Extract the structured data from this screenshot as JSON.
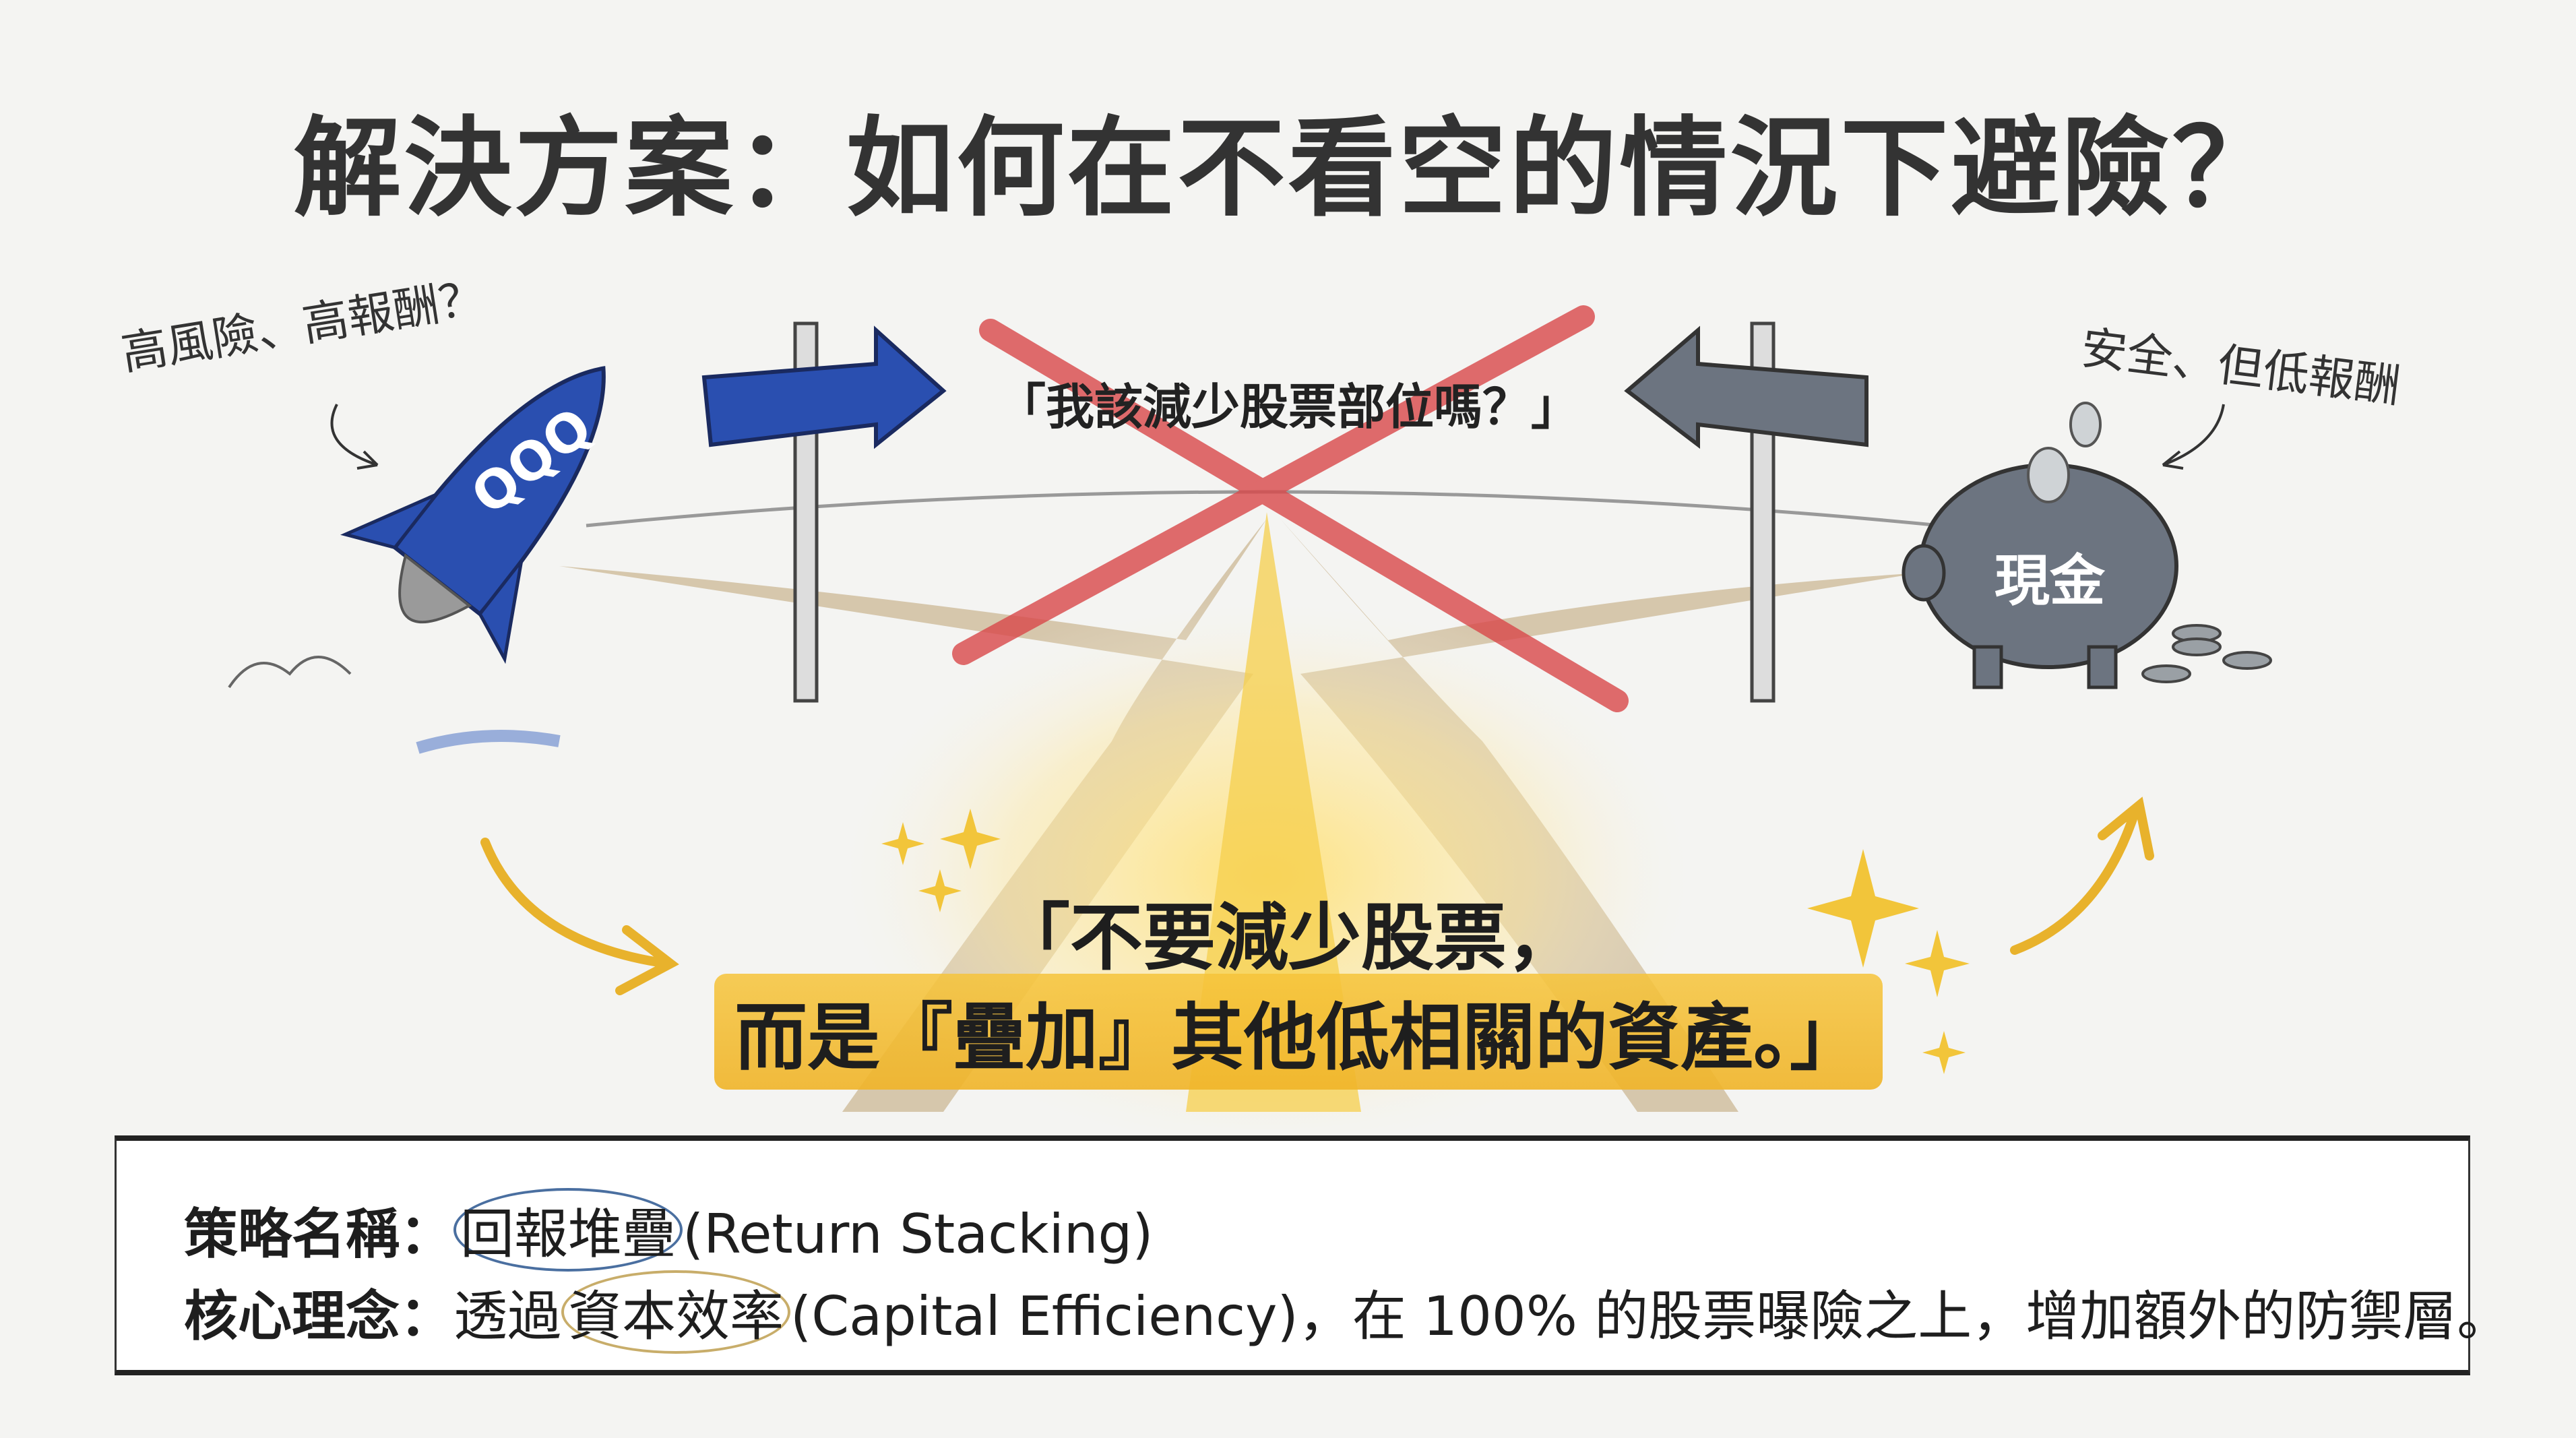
{
  "title": "解決方案：如何在不看空的情況下避險？",
  "left_option": {
    "label": "高風險、高報酬？",
    "rocket_text": "QQQ"
  },
  "right_option": {
    "label": "安全、但低報酬",
    "piggy_text": "現金"
  },
  "question": "「我該減少股票部位嗎？」",
  "answer": {
    "line1": "「不要減少股票，",
    "line2": "而是『疊加』其他低相關的資產。」"
  },
  "info_box": {
    "row1": {
      "label": "策略名稱：",
      "highlight": "回報堆疊",
      "rest": "(Return Stacking)"
    },
    "row2": {
      "label": "核心理念：",
      "pre": "透過",
      "highlight": "資本效率",
      "rest": "(Capital Efficiency)，在 100% 的股票曝險之上，增加額外的防禦層。"
    }
  },
  "colors": {
    "blue": "#2a4fb0",
    "gray": "#6c7480",
    "red": "#d9484a",
    "gold": "#f2b632",
    "road": "#c9b48e"
  }
}
